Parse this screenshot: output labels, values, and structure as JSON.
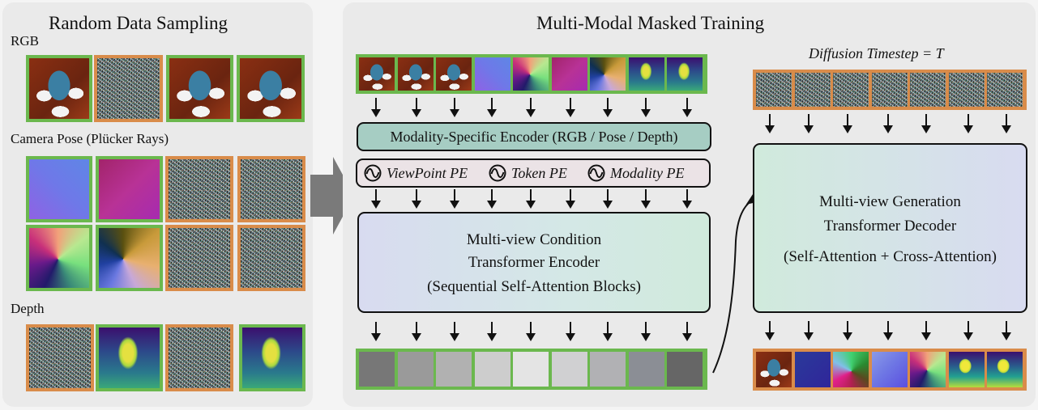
{
  "left_panel": {
    "title": "Random Data Sampling",
    "sections": [
      {
        "label": "RGB",
        "rows": [
          [
            "photo-green",
            "noise-orange",
            "photo-green",
            "photo-green"
          ]
        ]
      },
      {
        "label": "Camera Pose (Plücker Rays)",
        "rows": [
          [
            "pose-green",
            "pose-green",
            "noise-orange",
            "noise-orange"
          ],
          [
            "pose-green",
            "pose-green",
            "noise-orange",
            "noise-orange"
          ]
        ]
      },
      {
        "label": "Depth",
        "rows": [
          [
            "noise-orange",
            "depth-green",
            "noise-orange",
            "depth-green"
          ]
        ]
      }
    ]
  },
  "right_panel": {
    "title": "Multi-Modal Masked Training",
    "input_strip": {
      "count": 9,
      "tiles": [
        "rgb",
        "rgb",
        "rgb",
        "pose",
        "pose",
        "pose",
        "pose",
        "depth",
        "depth"
      ]
    },
    "encoder_label": "Modality-Specific Encoder (RGB / Pose / Depth)",
    "pe": {
      "items": [
        {
          "label": "ViewPoint PE",
          "icon": "sine-wave-icon"
        },
        {
          "label": "Token PE",
          "icon": "sine-wave-icon"
        },
        {
          "label": "Modality PE",
          "icon": "sine-wave-icon"
        }
      ]
    },
    "condition_encoder": {
      "line1": "Multi-view Condition",
      "line2": "Transformer Encoder",
      "line3": "(Sequential Self-Attention Blocks)"
    },
    "token_strip": {
      "grays": [
        "#777777",
        "#9a9a9a",
        "#b1b1b1",
        "#cdcdcd",
        "#e4e4e4",
        "#d0d0d2",
        "#b1b1b4",
        "#8b8e95",
        "#666666"
      ]
    },
    "diffusion_label_prefix": "Diffusion Timestep = ",
    "diffusion_label_var": "T",
    "noise_strip": {
      "count": 7
    },
    "generation_decoder": {
      "line1": "Multi-view Generation",
      "line2": "Transformer Decoder",
      "line3": "(Self-Attention + Cross-Attention)"
    },
    "output_strip": {
      "count": 7,
      "tiles": [
        "rgb",
        "pose",
        "pose",
        "pose",
        "pose",
        "depth",
        "depth"
      ]
    }
  },
  "colors": {
    "observed_border": "#6bb84e",
    "masked_border": "#d98c4a",
    "encoder_fill": "#a6cdc3",
    "pe_fill": "#ebe3e6",
    "panel_bg": "#eaeaea",
    "big_arrow": "#7a7a7a"
  }
}
